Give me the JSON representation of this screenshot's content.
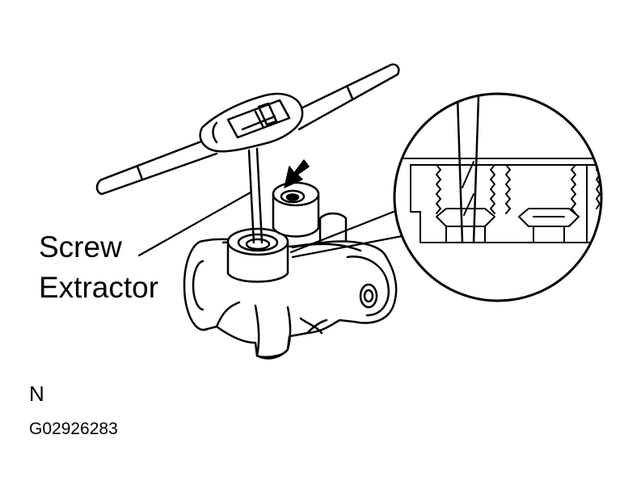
{
  "callout": {
    "line1": "Screw",
    "line2": "Extractor"
  },
  "orientation_letter": "N",
  "figure_code": "G02926283",
  "colors": {
    "ink": "#000000",
    "paper": "#ffffff"
  }
}
